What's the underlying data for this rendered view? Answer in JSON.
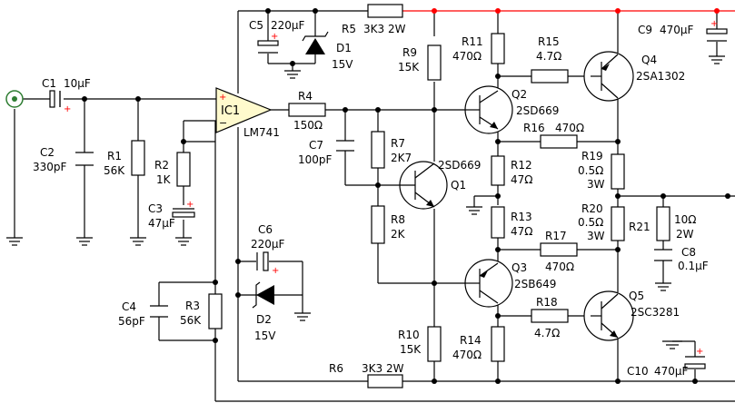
{
  "components": {
    "C1": {
      "ref": "C1",
      "value": "10μF"
    },
    "C2": {
      "ref": "C2",
      "value": "330pF"
    },
    "R1": {
      "ref": "R1",
      "value": "56K"
    },
    "R2": {
      "ref": "R2",
      "value": "1K"
    },
    "C3": {
      "ref": "C3",
      "value": "47μF"
    },
    "C4": {
      "ref": "C4",
      "value": "56pF"
    },
    "R3": {
      "ref": "R3",
      "value": "56K"
    },
    "IC1": {
      "ref": "IC1",
      "part": "LM741"
    },
    "C5": {
      "ref": "C5",
      "value": "220μF"
    },
    "D1": {
      "ref": "D1",
      "value": "15V"
    },
    "R5": {
      "ref": "R5",
      "value": "3K3 2W"
    },
    "R4": {
      "ref": "R4",
      "value": "150Ω"
    },
    "C7": {
      "ref": "C7",
      "value": "100pF"
    },
    "C6": {
      "ref": "C6",
      "value": "220μF"
    },
    "D2": {
      "ref": "D2",
      "value": "15V"
    },
    "R6": {
      "ref": "R6",
      "value": "3K3 2W"
    },
    "R7": {
      "ref": "R7",
      "value": "2K7"
    },
    "R8": {
      "ref": "R8",
      "value": "2K"
    },
    "R9": {
      "ref": "R9",
      "value": "15K"
    },
    "R10": {
      "ref": "R10",
      "value": "15K"
    },
    "R11": {
      "ref": "R11",
      "value": "470Ω"
    },
    "R12": {
      "ref": "R12",
      "value": "47Ω"
    },
    "R13": {
      "ref": "R13",
      "value": "47Ω"
    },
    "R14": {
      "ref": "R14",
      "value": "470Ω"
    },
    "R15": {
      "ref": "R15",
      "value": "4.7Ω"
    },
    "R16": {
      "ref": "R16",
      "value": "470Ω"
    },
    "R17": {
      "ref": "R17",
      "value": "470Ω"
    },
    "R18": {
      "ref": "R18",
      "value": "4.7Ω"
    },
    "R19": {
      "ref": "R19",
      "value": "0.5Ω",
      "value2": "3W"
    },
    "R20": {
      "ref": "R20",
      "value": "0.5Ω",
      "value2": "3W"
    },
    "R21": {
      "ref": "R21",
      "value": "10Ω",
      "value2": "2W"
    },
    "C8": {
      "ref": "C8",
      "value": "0.1μF"
    },
    "C9": {
      "ref": "C9",
      "value": "470μF"
    },
    "C10": {
      "ref": "C10",
      "value": "470μF"
    },
    "Q1": {
      "ref": "Q1",
      "part": "2SD669"
    },
    "Q2": {
      "ref": "Q2",
      "part": "2SD669"
    },
    "Q3": {
      "ref": "Q3",
      "part": "2SB649"
    },
    "Q4": {
      "ref": "Q4",
      "part": "2SA1302"
    },
    "Q5": {
      "ref": "Q5",
      "part": "2SC3281"
    }
  },
  "symbols": {
    "plus": "+",
    "minus": "−"
  },
  "colors": {
    "supply_rail": "#ff0000",
    "polarity_mark": "#ff0000",
    "opamp_fill": "#fffacd",
    "input_connector": "#2e7d32"
  }
}
